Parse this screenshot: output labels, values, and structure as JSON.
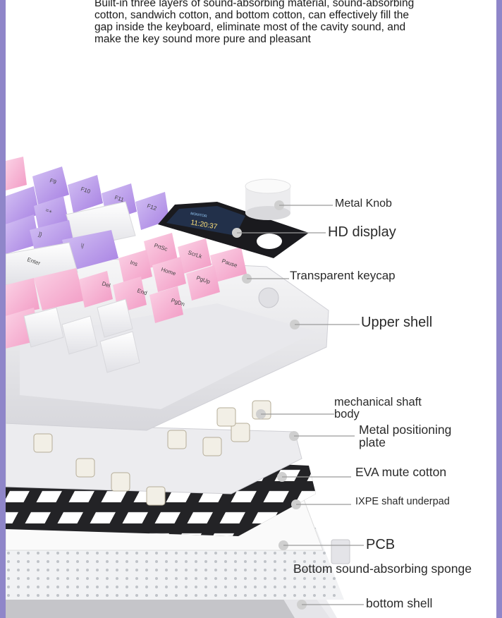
{
  "intro_text": "Built-in three layers of sound-absorbing material, sound-absorbing cotton, sandwich cotton, and bottom cotton, can effectively fill the gap inside the keyboard, eliminate most of the cavity sound, and make the key sound more pure and pleasant",
  "display": {
    "time": "11:20:37",
    "top_text": "MONITOR"
  },
  "labels": {
    "metal_knob": "Metal Knob",
    "hd_display": "HD display",
    "transparent_keycap": "Transparent keycap",
    "upper_shell": "Upper shell",
    "mechanical_shaft_line1": "mechanical shaft",
    "mechanical_shaft_line2": "body",
    "metal_plate_line1": "Metal positioning",
    "metal_plate_line2": "plate",
    "eva_cotton": "EVA mute cotton",
    "ixpe_pad": "IXPE shaft underpad",
    "pcb": "PCB",
    "bottom_sponge": "Bottom sound-absorbing sponge",
    "bottom_shell": "bottom shell"
  },
  "keycaps": {
    "f9": "F9",
    "f10": "F10",
    "f11": "F11",
    "f12": "F12",
    "prtsc": "PrtSc",
    "scrlk": "ScrLk",
    "pause": "Pause",
    "ins": "Ins",
    "home": "Home",
    "pgup": "PgUp",
    "del": "Del",
    "end": "End",
    "pgdn": "PgDn",
    "plus": "=+",
    "brace": "]}",
    "pipe": "\\|",
    "enter": "Enter"
  },
  "colors": {
    "frame_border": "#8f86c9",
    "purple_keys": "#b89be8",
    "pink_keys": "#f4b8d8",
    "white_keys": "#f6f6f6",
    "screen": "#1a1a1e"
  }
}
